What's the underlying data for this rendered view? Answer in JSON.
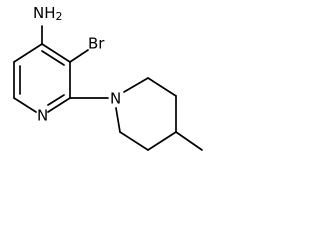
{
  "molecule": {
    "atoms": {
      "amine": "NH2",
      "bromine": "Br",
      "pyridine_nitrogen": "N",
      "piperidine_nitrogen": "N"
    }
  }
}
